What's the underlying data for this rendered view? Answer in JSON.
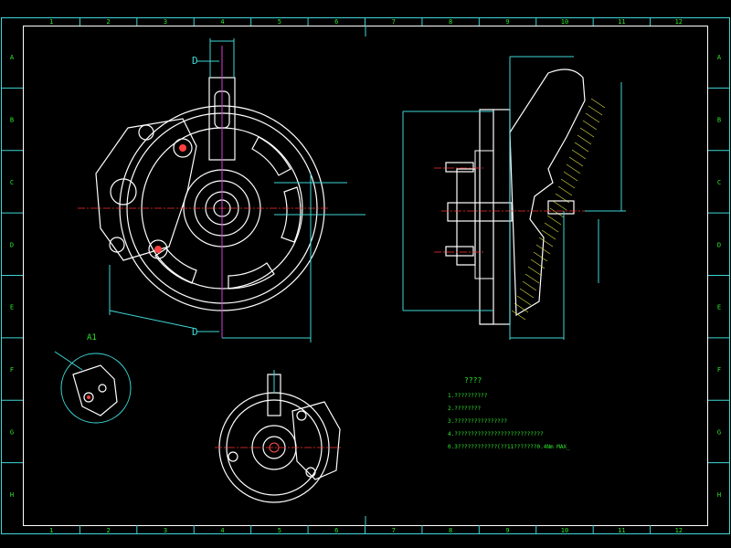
{
  "drawing": {
    "columns": [
      "1",
      "2",
      "3",
      "4",
      "5",
      "6",
      "7",
      "8",
      "9",
      "10",
      "11",
      "12"
    ],
    "rows": [
      "A",
      "B",
      "C",
      "D",
      "E",
      "F",
      "G",
      "H"
    ],
    "section_marker": "D",
    "detail_label": "A1",
    "notes": {
      "title": "????",
      "lines": [
        "1.??????????",
        "2.????????",
        "3.????????????????",
        "4.???????????????????????????",
        "0.3????????????(??11???????0.4Nm MAX_"
      ]
    },
    "colors": {
      "frame": "#3fd6d6",
      "text": "#2ee82e",
      "outline": "#ffffff",
      "centerline": "#ff3030",
      "axis": "#d040d0",
      "hatch": "#e0e040"
    }
  }
}
